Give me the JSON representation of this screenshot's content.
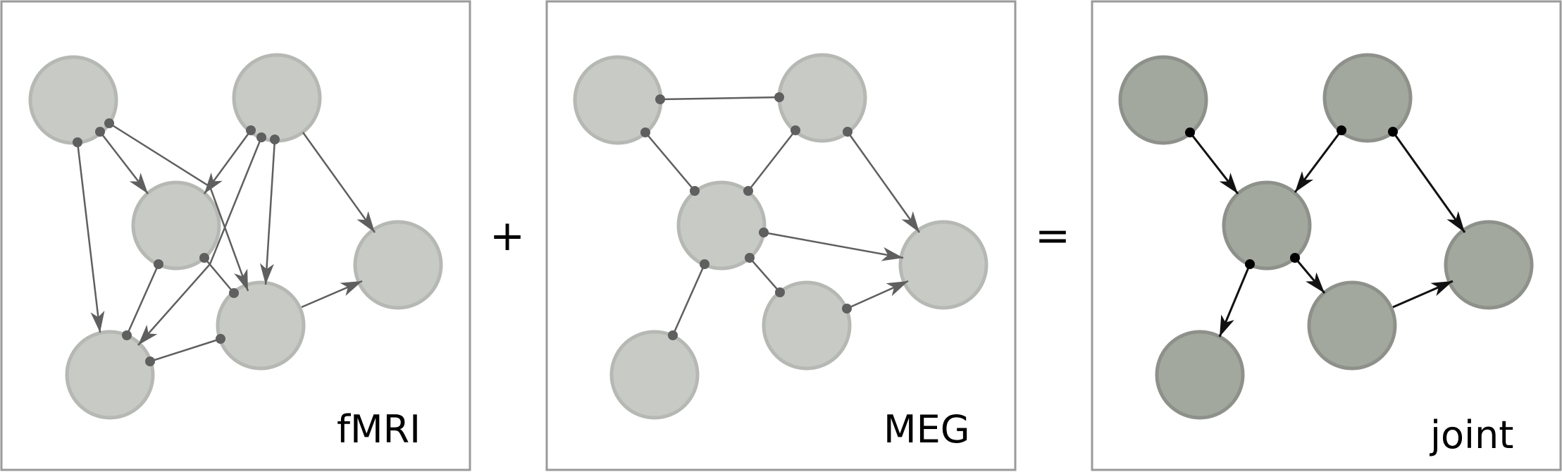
{
  "panels": [
    {
      "id": "fmri",
      "label": "fMRI",
      "style": "light"
    },
    {
      "id": "meg",
      "label": "MEG",
      "style": "light"
    },
    {
      "id": "joint",
      "label": "joint",
      "style": "dark"
    }
  ],
  "operators": {
    "plus": "+",
    "equals": "="
  },
  "colors": {
    "node_light": "#c8cac5",
    "node_dark": "#a3a89f",
    "edge_gray": "#5f5f5f",
    "edge_black": "#111111"
  }
}
